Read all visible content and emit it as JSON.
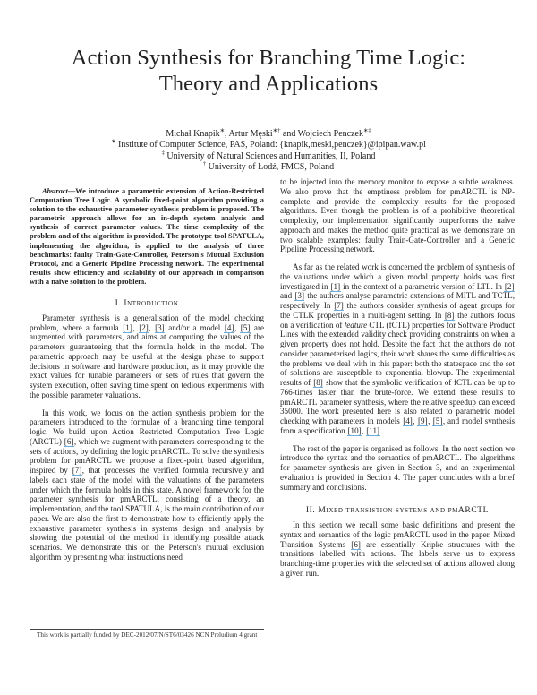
{
  "paper": {
    "title_line1": "Action Synthesis for Branching Time Logic:",
    "title_line2": "Theory and Applications",
    "authors": {
      "names": [
        {
          "name": "Michał Knapik",
          "marks": "∗"
        },
        {
          "name": "Artur Męski",
          "marks": "∗†"
        },
        {
          "name": "Wojciech Penczek",
          "marks": "∗‡"
        }
      ],
      "sep1": ", ",
      "sep2": " and ",
      "affiliations": [
        {
          "mark": "∗",
          "text": " Institute of Computer Science, PAS, Poland: {knapik,meski,penczek}@ipipan.waw.pl"
        },
        {
          "mark": "‡",
          "text": " University of Natural Sciences and Humanities, II, Poland"
        },
        {
          "mark": "†",
          "text": " University of Łodź, FMCS, Poland"
        }
      ]
    },
    "abstract": {
      "label": "Abstract",
      "text": "—We introduce a parametric extension of Action-Restricted Computation Tree Logic. A symbolic fixed-point algorithm providing a solution to the exhaustive parameter synthesis problem is proposed. The parametric approach allows for an in-depth system analysis and synthesis of correct parameter values. The time complexity of the problem and of the algorithm is provided. The prototype tool SPATULA, implementing the algorithm, is applied to the analysis of three benchmarks: faulty Train-Gate-Controller, Peterson's Mutual Exclusion Protocol, and a Generic Pipeline Processing network. The experimental results show efficiency and scalability of our approach in comparison with a naïve solution to the problem."
    },
    "sections": {
      "intro_heading": "I.   Introduction",
      "intro_p1": {
        "a": "Parameter synthesis is a generalisation of the model checking problem, where a formula ",
        "c1": "[1]",
        "s1": ", ",
        "c2": "[2]",
        "s2": ", ",
        "c3": "[3]",
        "b": " and/or a model ",
        "c4": "[4]",
        "s3": ", ",
        "c5": "[5]",
        "c": " are augmented with parameters, and aims at computing the values of the parameters guaranteeing that the formula holds in the model. The parametric approach may be useful at the design phase to support decisions in software and hardware production, as it may provide the exact values for tunable parameters or sets of rules that govern the system execution, often saving time spent on tedious experiments with the possible parameter valuations."
      },
      "intro_p2": {
        "a": "In this work, we focus on the action synthesis problem for the parameters introduced to the formulae of a branching time temporal logic. We build upon Action Restricted Computation Tree Logic (ARCTL) ",
        "c6": "[6]",
        "b": ", which we augment with parameters corresponding to the sets of actions, by defining the logic pmARCTL. To solve the synthesis problem for pmARCTL we propose a fixed-point based algorithm, inspired by ",
        "c7": "[7]",
        "c": ", that processes the verified formula recursively and labels each state of the model with the valuations of the parameters under which the formula holds in this state. A novel framework for the parameter synthesis for pmARCTL, consisting of a theory, an implementation, and the tool SPATULA, is the main contribution of our paper. We are also the first to demonstrate how to efficiently apply the exhaustive parameter synthesis in systems design and analysis by showing the potential of the method in identifying possible attack scenarios. We demonstrate this on the Peterson's mutual exclusion algorithm by presenting what instructions need"
      },
      "right_p1": "to be injected into the memory monitor to expose a subtle weakness. We also prove that the emptiness problem for pmARCTL is NP-complete and provide the complexity results for the proposed algorithms. Even though the problem is of a prohibitive theoretical complexity, our implementation significantly outperforms the naïve approach and makes the method quite practical as we demonstrate on two scalable examples: faulty Train-Gate-Controller and a Generic Pipeline Processing network.",
      "related": {
        "a": "As far as the related work is concerned the problem of synthesis of the valuations under which a given modal property holds was first investigated in ",
        "c1": "[1]",
        "b": " in the context of a parametric version of LTL. In ",
        "c2": "[2]",
        "b2": " and ",
        "c3": "[3]",
        "c": " the authors analyse parametric extensions of MITL and TCTL, respectively. In ",
        "c7": "[7]",
        "d": " the authors consider synthesis of agent groups for the CTLK properties in a multi-agent setting. In ",
        "c8": "[8]",
        "e": " the authors focus on a verification of ",
        "feature": "feature",
        "f": " CTL (fCTL) properties for Software Product Lines with the extended validity check providing constraints on when a given property does not hold. Despite the fact that the authors do not consider parameterised logics, their work shares the same difficulties as the problems we deal with in this paper: both the statespace and the set of solutions are susceptible to exponential blowup. The experimental results of ",
        "c8b": "[8]",
        "g": " show that the symbolic verification of fCTL can be up to 766-times faster than the brute-force. We extend these results to pmARCTL parameter synthesis, where the relative speedup can exceed 35000. The work presented here is also related to parametric model checking with parameters in models ",
        "c4": "[4]",
        "s1": ", ",
        "c9": "[9]",
        "s2": ", ",
        "c5": "[5]",
        "h": ", and model synthesis from a specification ",
        "c10": "[10]",
        "s3": ", ",
        "c11": "[11]",
        "i": "."
      },
      "rest": "The rest of the paper is organised as follows. In the next section we introduce the syntax and the semantics of pmARCTL. The algorithms for parameter synthesis are given in Section 3, and an experimental evaluation is provided in Section 4. The paper concludes with a brief summary and conclusions.",
      "sec2_heading": "II.   Mixed transistion systems and pmARCTL",
      "sec2_p1": {
        "a": "In this section we recall some basic definitions and present the syntax and semantics of the logic pmARCTL used in the paper. Mixed Transition Systems ",
        "c6": "[6]",
        "b": " are essentially Kripke structures with the transitions labelled with actions. The labels serve us to express branching-time properties with the selected set of actions allowed along a given run."
      }
    },
    "footnote": "This work is partially funded by DEC-2012/07/N/ST6/03426 NCN Preludium 4 grant",
    "colors": {
      "text": "#222222",
      "citation_underline": "#6aaee0",
      "background": "#ffffff"
    }
  }
}
